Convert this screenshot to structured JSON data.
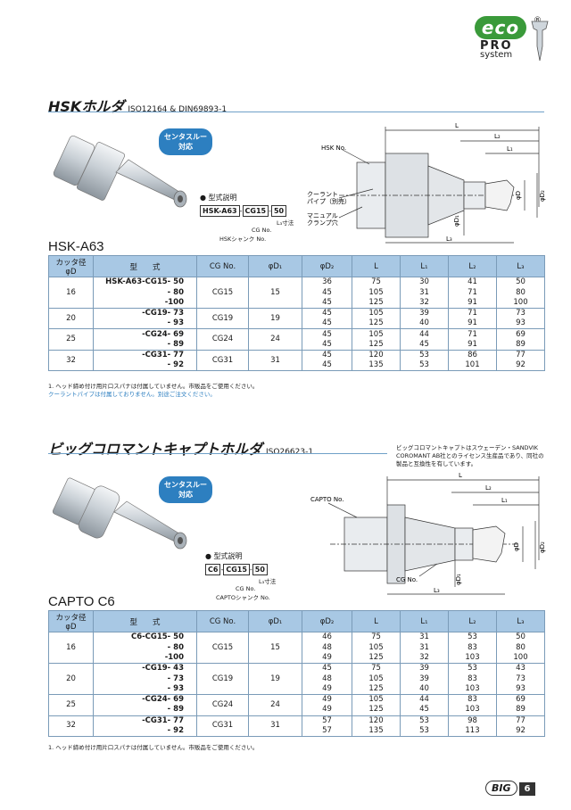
{
  "logo": {
    "eco": "eco",
    "pro": "PRO",
    "system": "system",
    "reg": "®"
  },
  "hsk": {
    "title": "HSKホルダ",
    "standard": "ISO12164 & DIN69893-1",
    "bubble_line1": "センタスルー",
    "bubble_line2": "対応",
    "legend_title": "● 型式説明",
    "legend_parts": [
      "HSK-A63",
      "CG15",
      "50"
    ],
    "legend_l3": "L₃寸法",
    "legend_cg": "CG No.",
    "legend_shank": "HSKシャンク No.",
    "drawing": {
      "hsk_no": "HSK No.",
      "coolant": "クーラント\nパイプ（別売）",
      "manual": "マニュアル\nクランプ穴",
      "L": "L",
      "L1": "L₁",
      "L2": "L₂",
      "L3": "L₃",
      "D1": "φD₁",
      "D2": "φD₂",
      "D": "φD"
    },
    "model": "HSK-A63",
    "headers": [
      "カッタ径\nφD",
      "型　　式",
      "CG No.",
      "φD₁",
      "φD₂",
      "L",
      "L₁",
      "L₂",
      "L₃"
    ],
    "groups": [
      {
        "dia": "16",
        "cg": "CG15",
        "d1": "15",
        "rows": [
          {
            "model": "HSK-A63-CG15-  50",
            "d2": "36",
            "L": "75",
            "L1": "30",
            "L2": "41",
            "L3": "50"
          },
          {
            "model": "-  80",
            "d2": "45",
            "L": "105",
            "L1": "31",
            "L2": "71",
            "L3": "80"
          },
          {
            "model": "-100",
            "d2": "45",
            "L": "125",
            "L1": "32",
            "L2": "91",
            "L3": "100"
          }
        ]
      },
      {
        "dia": "20",
        "cg": "CG19",
        "d1": "19",
        "rows": [
          {
            "model": "-CG19-  73",
            "d2": "45",
            "L": "105",
            "L1": "39",
            "L2": "71",
            "L3": "73"
          },
          {
            "model": "-  93",
            "d2": "45",
            "L": "125",
            "L1": "40",
            "L2": "91",
            "L3": "93"
          }
        ]
      },
      {
        "dia": "25",
        "cg": "CG24",
        "d1": "24",
        "rows": [
          {
            "model": "-CG24-  69",
            "d2": "45",
            "L": "105",
            "L1": "44",
            "L2": "71",
            "L3": "69"
          },
          {
            "model": "-  89",
            "d2": "45",
            "L": "125",
            "L1": "45",
            "L2": "91",
            "L3": "89"
          }
        ]
      },
      {
        "dia": "32",
        "cg": "CG31",
        "d1": "31",
        "rows": [
          {
            "model": "-CG31-  77",
            "d2": "45",
            "L": "120",
            "L1": "53",
            "L2": "86",
            "L3": "77"
          },
          {
            "model": "-  92",
            "d2": "45",
            "L": "135",
            "L1": "53",
            "L2": "101",
            "L3": "92"
          }
        ]
      }
    ],
    "note1": "1. ヘッド締め付け用片口スパナは付属していません。市販品をご使用ください。",
    "note2": "クーラントパイプは付属しておりません。別途ご注文ください。"
  },
  "capto": {
    "title": "ビッグコロマントキャプトホルダ",
    "standard": "ISO26623-1",
    "side_note": "ビッグコロマントキャプトはスウェーデン・SANDVIK COROMANT AB社とのライセンス生産品であり、同社の製品と互換性を有しています。",
    "bubble_line1": "センタスルー",
    "bubble_line2": "対応",
    "legend_title": "● 型式説明",
    "legend_parts": [
      "C6",
      "CG15",
      "50"
    ],
    "legend_l3": "L₃寸法",
    "legend_cg": "CG No.",
    "legend_shank": "CAPTOシャンク No.",
    "drawing": {
      "capto_no": "CAPTO No.",
      "cg_no": "CG No.",
      "L": "L",
      "L1": "L₁",
      "L2": "L₂",
      "L3": "L₃",
      "D1": "φD₁",
      "D2": "φD₂",
      "D": "φD"
    },
    "model": "CAPTO C6",
    "headers": [
      "カッタ径\nφD",
      "型　　式",
      "CG No.",
      "φD₁",
      "φD₂",
      "L",
      "L₁",
      "L₂",
      "L₃"
    ],
    "groups": [
      {
        "dia": "16",
        "cg": "CG15",
        "d1": "15",
        "rows": [
          {
            "model": "C6-CG15-  50",
            "d2": "46",
            "L": "75",
            "L1": "31",
            "L2": "53",
            "L3": "50"
          },
          {
            "model": "-  80",
            "d2": "48",
            "L": "105",
            "L1": "31",
            "L2": "83",
            "L3": "80"
          },
          {
            "model": "-100",
            "d2": "49",
            "L": "125",
            "L1": "32",
            "L2": "103",
            "L3": "100"
          }
        ]
      },
      {
        "dia": "20",
        "cg": "CG19",
        "d1": "19",
        "rows": [
          {
            "model": "-CG19-  43",
            "d2": "45",
            "L": "75",
            "L1": "39",
            "L2": "53",
            "L3": "43"
          },
          {
            "model": "-  73",
            "d2": "48",
            "L": "105",
            "L1": "39",
            "L2": "83",
            "L3": "73"
          },
          {
            "model": "-  93",
            "d2": "49",
            "L": "125",
            "L1": "40",
            "L2": "103",
            "L3": "93"
          }
        ]
      },
      {
        "dia": "25",
        "cg": "CG24",
        "d1": "24",
        "rows": [
          {
            "model": "-CG24-  69",
            "d2": "49",
            "L": "105",
            "L1": "44",
            "L2": "83",
            "L3": "69"
          },
          {
            "model": "-  89",
            "d2": "49",
            "L": "125",
            "L1": "45",
            "L2": "103",
            "L3": "89"
          }
        ]
      },
      {
        "dia": "32",
        "cg": "CG31",
        "d1": "31",
        "rows": [
          {
            "model": "-CG31-  77",
            "d2": "57",
            "L": "120",
            "L1": "53",
            "L2": "98",
            "L3": "77"
          },
          {
            "model": "-  92",
            "d2": "57",
            "L": "135",
            "L1": "53",
            "L2": "113",
            "L3": "92"
          }
        ]
      }
    ],
    "note1": "1. ヘッド締め付け用片口スパナは付属していません。市販品をご使用ください。"
  },
  "footer": {
    "brand": "BIG",
    "page": "6"
  }
}
